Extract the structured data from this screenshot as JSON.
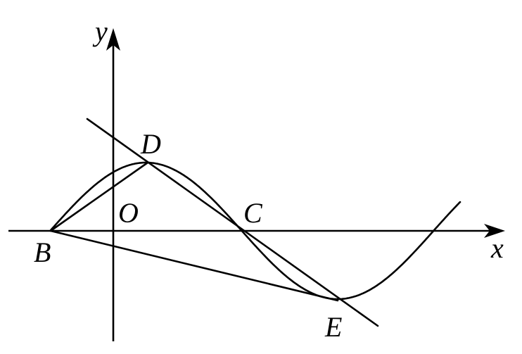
{
  "figure": {
    "axis_labels": {
      "x": "x",
      "y": "y"
    },
    "points": {
      "origin": "O",
      "B": "B",
      "C": "C",
      "D": "D",
      "E": "E"
    },
    "colors": {
      "ink": "#000000",
      "background": "#ffffff"
    }
  }
}
